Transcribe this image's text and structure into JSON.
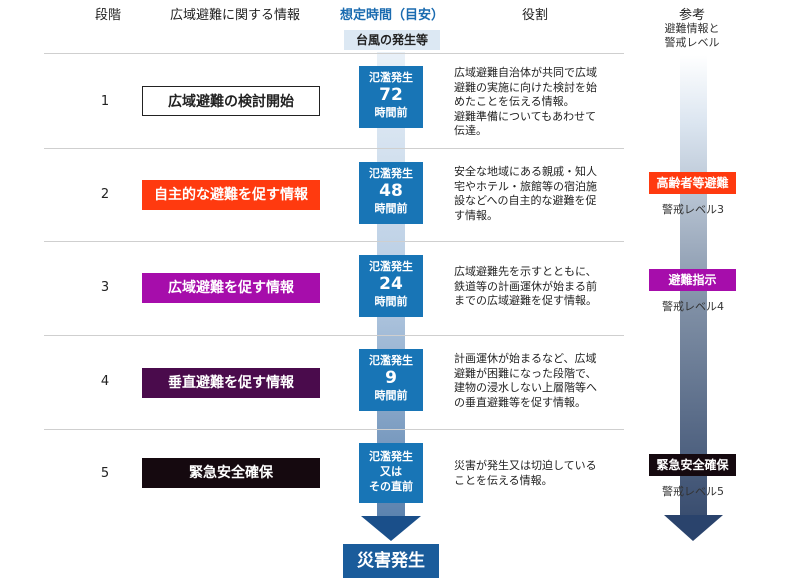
{
  "headers": {
    "stage": "段階",
    "info": "広域避難に関する情報",
    "time": "想定時間（目安）",
    "role": "役割",
    "ref": "参考",
    "ref_sub_1": "避難情報と",
    "ref_sub_2": "警戒レベル"
  },
  "typhoon_label": "台風の発生等",
  "rows": [
    {
      "stage": "1",
      "info": "広域避難の検討開始",
      "time_top": "氾濫発生",
      "time_num": "72",
      "time_bottom": "時間前",
      "role_lines": [
        "広域避難自治体が共同で広域",
        "避難の実施に向けた検討を始",
        "めたことを伝える情報。",
        "避難準備についてもあわせて",
        "伝達。"
      ]
    },
    {
      "stage": "2",
      "info": "自主的な避難を促す情報",
      "time_top": "氾濫発生",
      "time_num": "48",
      "time_bottom": "時間前",
      "role_lines": [
        "安全な地域にある親戚・知人",
        "宅やホテル・旅館等の宿泊施",
        "設などへの自主的な避難を促",
        "す情報。"
      ]
    },
    {
      "stage": "3",
      "info": "広域避難を促す情報",
      "time_top": "氾濫発生",
      "time_num": "24",
      "time_bottom": "時間前",
      "role_lines": [
        "広域避難先を示すとともに、",
        "鉄道等の計画運休が始まる前",
        "までの広域避難を促す情報。"
      ]
    },
    {
      "stage": "4",
      "info": "垂直避難を促す情報",
      "time_top": "氾濫発生",
      "time_num": "9",
      "time_bottom": "時間前",
      "role_lines": [
        "計画運休が始まるなど、広域",
        "避難が困難になった段階で、",
        "建物の浸水しない上層階等へ",
        "の垂直避難等を促す情報。"
      ]
    },
    {
      "stage": "5",
      "info": "緊急安全確保",
      "time_top": "氾濫発生",
      "time_mid": "又は",
      "time_bottom": "その直前",
      "role_lines": [
        "災害が発生又は切迫している",
        "ことを伝える情報。"
      ]
    }
  ],
  "levels": [
    {
      "badge": "高齢者等避難",
      "level": "警戒レベル3"
    },
    {
      "badge": "避難指示",
      "level": "警戒レベル4"
    },
    {
      "badge": "緊急安全確保",
      "level": "警戒レベル5"
    }
  ],
  "disaster_label": "災害発生",
  "colors": {
    "accent_blue": "#1a6bb0",
    "time_box": "#1875b6",
    "stage2": "#ff3a0f",
    "stage3": "#a60dab",
    "stage4": "#4a0b4c",
    "stage5": "#15090f",
    "final_arrow": "#1a4f8a"
  }
}
